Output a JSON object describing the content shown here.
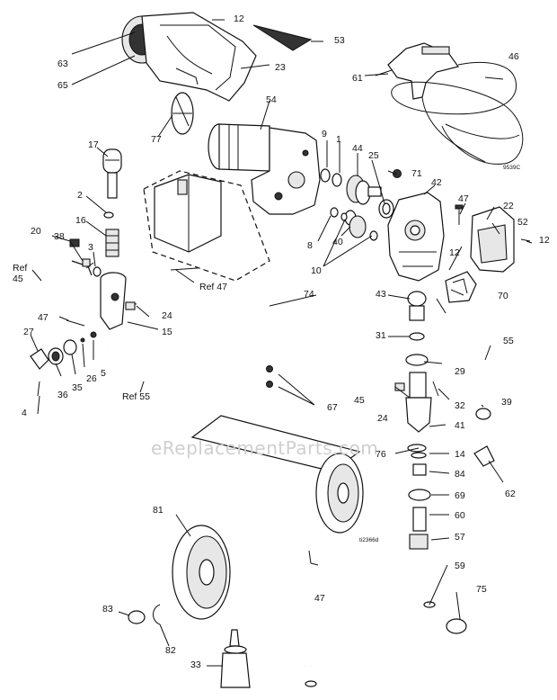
{
  "diagram": {
    "watermark": "eReplacementParts.com",
    "figure_codes": [
      "9539C",
      "ti2366d"
    ],
    "callouts": [
      "12",
      "53",
      "63",
      "65",
      "23",
      "46",
      "61",
      "54",
      "77",
      "9",
      "1",
      "44",
      "25",
      "71",
      "42",
      "47",
      "22",
      "52",
      "12",
      "17",
      "2",
      "16",
      "20",
      "38",
      "3",
      "Ref\n45",
      "Ref 47",
      "8",
      "40",
      "10",
      "74",
      "12",
      "70",
      "43",
      "31",
      "29",
      "45",
      "24",
      "32",
      "41",
      "55",
      "39",
      "76",
      "14",
      "84",
      "69",
      "60",
      "57",
      "62",
      "59",
      "47",
      "75",
      "81",
      "83",
      "82",
      "33",
      "24",
      "15",
      "47",
      "27",
      "36",
      "35",
      "26",
      "5",
      "Ref 55",
      "4",
      "67"
    ]
  }
}
